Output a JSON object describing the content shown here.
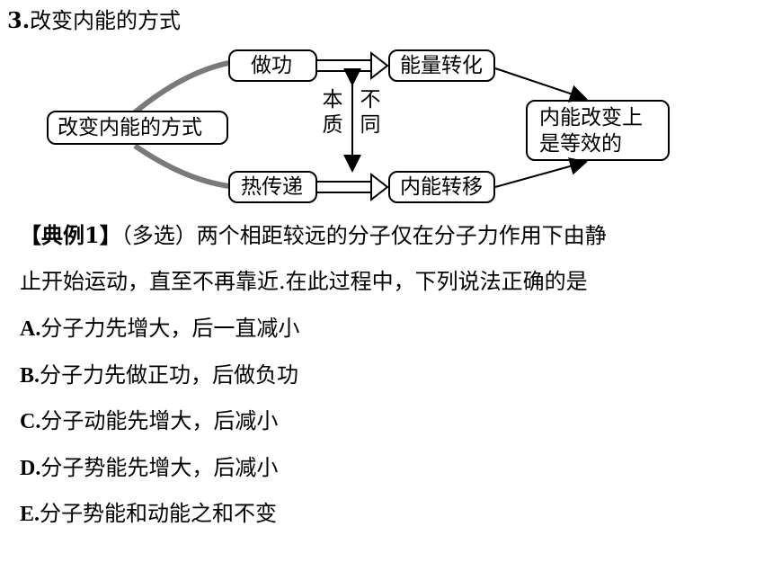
{
  "heading": {
    "number": "3.",
    "text": "改变内能的方式"
  },
  "diagram": {
    "center": "改变内能的方式",
    "upper_method": "做功",
    "upper_result": "能量转化",
    "lower_method": "热传递",
    "lower_result": "内能转移",
    "left_vertical": [
      "本",
      "质"
    ],
    "right_vertical": [
      "不",
      "同"
    ],
    "conclusion_line1": "内能改变上",
    "conclusion_line2": "是等效的"
  },
  "example": {
    "label": "【典例1】",
    "question_line1": "（多选）两个相距较远的分子仅在分子力作用下由静",
    "question_line2": "止开始运动，直至不再靠近.在此过程中，下列说法正确的是",
    "options": [
      {
        "letter": "A.",
        "text": "分子力先增大，后一直减小"
      },
      {
        "letter": "B.",
        "text": "分子力先做正功，后做负功"
      },
      {
        "letter": "C.",
        "text": "分子动能先增大，后减小"
      },
      {
        "letter": "D.",
        "text": "分子势能先增大，后减小"
      },
      {
        "letter": "E.",
        "text": "分子势能和动能之和不变"
      }
    ]
  }
}
